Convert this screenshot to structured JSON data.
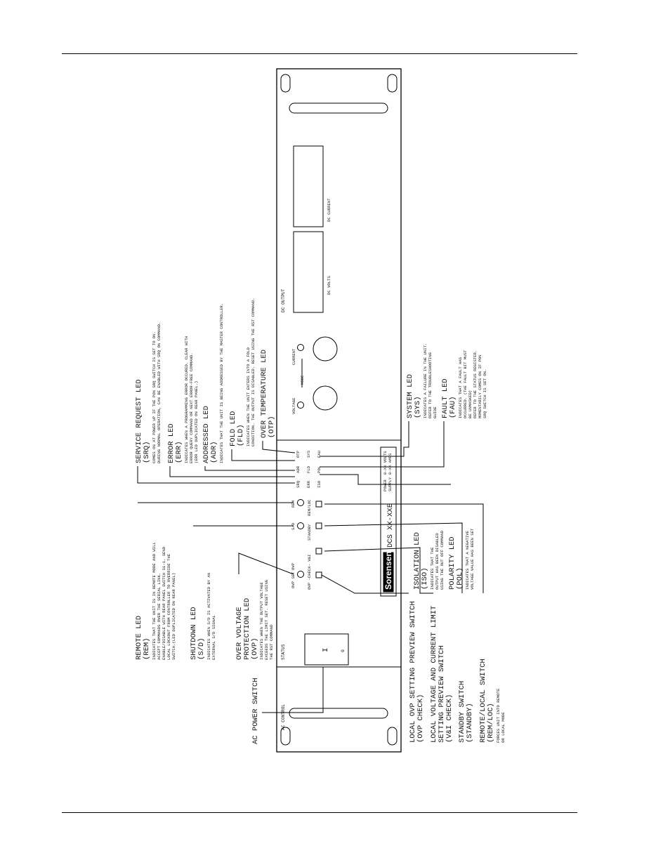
{
  "panel": {
    "ac_control": "AC CONTROL",
    "status": "STATUS",
    "dc_output": "DC OUTPUT",
    "dc_volts": "DC VOLTS",
    "dc_current": "DC CURRENT",
    "voltage": "VOLTAGE",
    "current": "CURRENT",
    "mode": "MODE",
    "switch_on": "I",
    "switch_off": "0",
    "brand": "Sorensen",
    "model": "DCS XX-XXE",
    "power_supply_line1": "POWER",
    "power_supply_line2": "SUPPLY",
    "rating_volts": "0-XX VOLTS",
    "rating_amps": "0-XX AMPS",
    "led_ovp_set": "OVP SET",
    "led_ovp": "OVP",
    "led_sd": "S/D",
    "led_rem": "REM",
    "led_srq": "SRQ",
    "led_adr": "ADR",
    "led_otp": "OTP",
    "led_err": "ERR",
    "led_fld": "FLD",
    "led_sys": "SYS",
    "led_iso": "ISO",
    "led_pol": "POL",
    "led_fau": "FAU",
    "sw_ovp_check_vi": "OVP -CHECK- V&I",
    "sw_standby": "STANDBY",
    "sw_rem_loc": "REM/LOC"
  },
  "callouts": {
    "service_request": {
      "title": "SERVICE REQUEST LED",
      "code": "(SRQ)",
      "desc": [
        "COMES ON AT POWER UP IF THE PON SRQ SWITCH IS SET TO ON.",
        "DURING NORMAL OPERATION, CAN BE ENABLED WITH SRQ ON COMMAND."
      ]
    },
    "error": {
      "title": "ERROR LED",
      "code": "(ERR)",
      "desc": [
        "INDICATES WHEN A PROGRAMMING ERROR OCCURED. CLEAR WITH",
        "ERROR QUERY COMMAND OR NEXT ERROR-FREE COMMAND.",
        "(ERR LED DUPLICATED ON REAR PANEL.)"
      ]
    },
    "addressed": {
      "title": "ADDRESSED LED",
      "code": "(ADR)",
      "desc": [
        "INDICATES THAT THE UNIT IS BEING ADDRESSED BY THE MASTER CONTROLLER."
      ]
    },
    "fold": {
      "title": "FOLD LED",
      "code": "(FLD)",
      "desc": [
        "INDICATES WHEN THE UNIT ENTERS INTO A FOLD",
        "CONDITION. THE OUTPUT IS DISABLED. RESET USING THE RST COMMAND."
      ]
    },
    "over_temp": {
      "title": "OVER TEMPERATURE LED",
      "code": "(OTP)"
    },
    "remote": {
      "title": "REMOTE LED",
      "code": "(REM)",
      "desc": [
        "INDICATES THAT THE UNIT IS IN REMOTE MODE AND WILL",
        "ACCEPT COMMANDS OVER THE SERIAL LINK.",
        "ENABLE/DISABLE WITH REAR PANEL SWITCH S1-1. SEND",
        "LOCAL LOCKOUT FROM CONTROLLER TO OVERRIDE THE",
        "SWITCH.(LED DUPLICATED ON REAR PANEL)"
      ]
    },
    "shutdown": {
      "title": "SHUTDOWN LED",
      "code": "(S/D)",
      "desc": [
        "INDICATES WHEN S/D IS ACTIVATED BY AN",
        "EXTERNAL S/D SIGNAL"
      ]
    },
    "ovp_led": {
      "title_1": "OVER VOLTAGE",
      "title_2": "PROTECTION LED",
      "code": "(OVP)",
      "desc": [
        "INDICATES WHEN THE OUTPUT VOLTAGE",
        "EXCEEDS THE LIMIT SET. RESET USING",
        "THE RST COMMAND"
      ]
    },
    "ac_power": {
      "title": "AC POWER SWITCH"
    },
    "system": {
      "title": "SYSTEM LED",
      "code": "(SYS)",
      "desc": [
        "INDICATES A FAILURE IN THE UNIT.",
        "REFER TO THE TROUBLESHOOTING",
        "GUIDE"
      ]
    },
    "fault": {
      "title": "FAULT LED",
      "code": "(FAU)",
      "desc": [
        "INDICATES THAT A FAULT HAS",
        "OCCURRED. (THE FAULT BIT MUST",
        "BE UNMASKED)",
        "REFER TO THE STATUS REGISTER.",
        "MOMENTARILY COMES ON IF PON",
        "SRQ SWITCH IS SET ON."
      ]
    },
    "isolation": {
      "title": "ISOLATION LED",
      "code": "(ISO)",
      "desc": [
        "INDICATES THAT THE",
        "OUTPUT HAS BEEN DISABLED",
        "USING THE OUT OFF COMMAND"
      ]
    },
    "polarity": {
      "title": "POLARITY LED",
      "code": "(POL)",
      "desc": [
        "INDICATES THAT A NEGATIVE",
        "VOLTAGE VALUE HAS BEEN SET"
      ]
    },
    "ovp_preview": {
      "title": "LOCAL OVP SETTING PREVIEW SWITCH",
      "code": "(OVP CHECK)"
    },
    "vi_preview": {
      "title_1": "LOCAL VOLTAGE AND CURRENT LIMIT",
      "title_2": "SETTING PREVIEW SWITCH",
      "code": "(V&I CHECK)"
    },
    "standby": {
      "title": "STANDBY SWITCH",
      "code": "(STANDBY)"
    },
    "rem_loc": {
      "title": "REMOTE/LOCAL SWITCH",
      "code": "(REM/LOC)",
      "desc": [
        "FORCES UNIT INTO REMOTE",
        "OR LOCAL MODE"
      ]
    }
  }
}
